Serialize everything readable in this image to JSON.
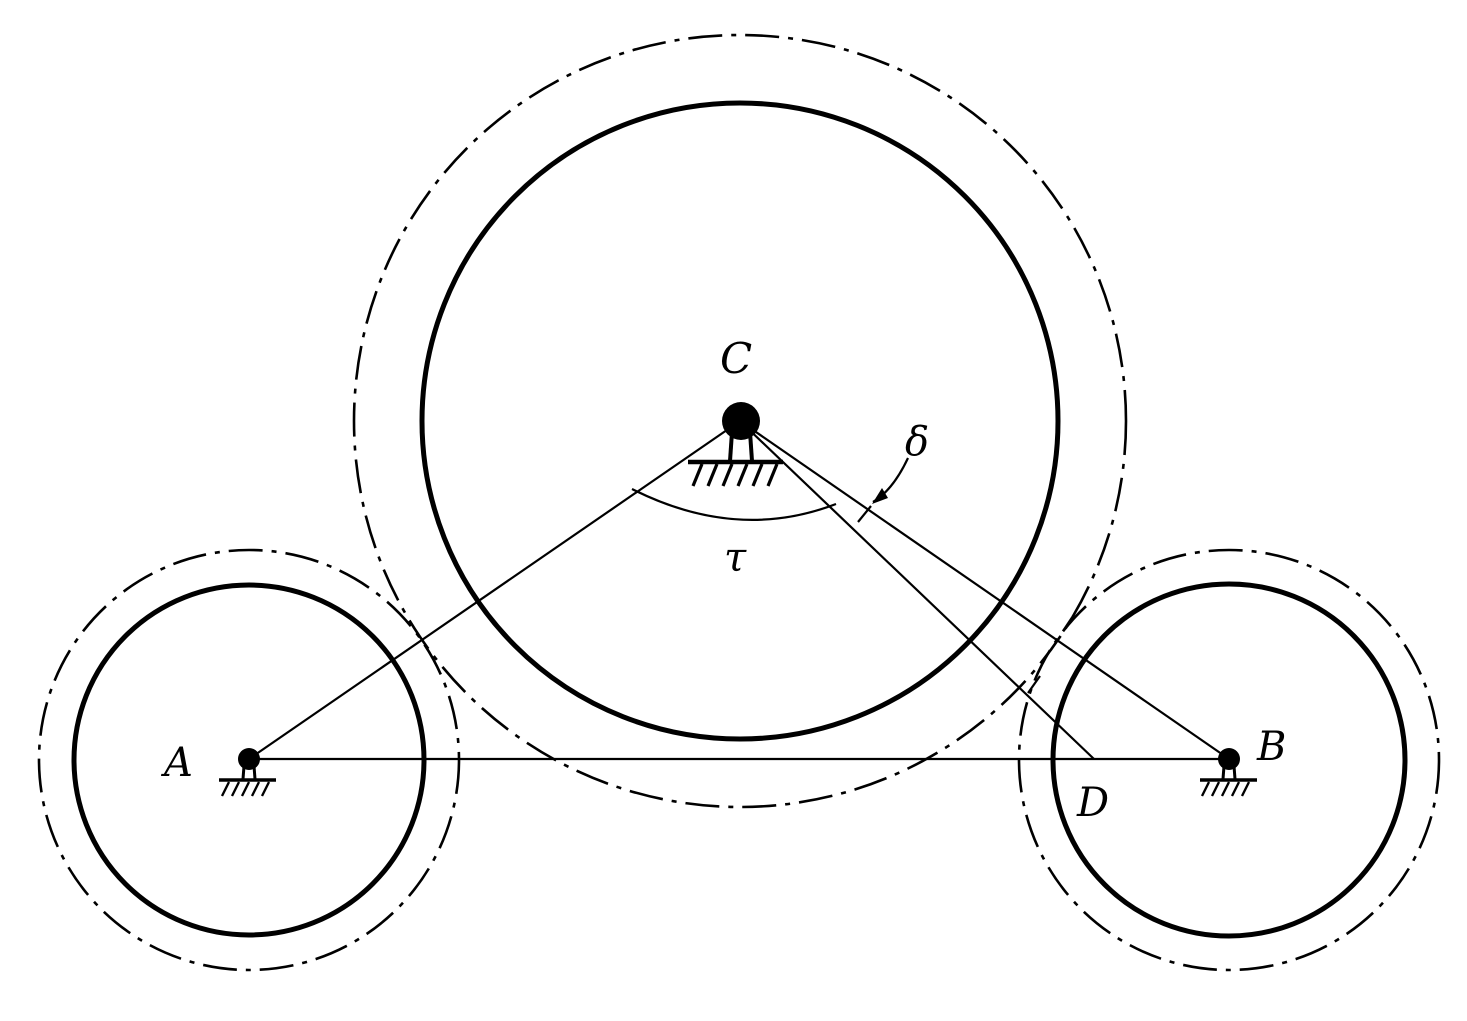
{
  "labels": {
    "A": "A",
    "B": "B",
    "C": "C",
    "D": "D",
    "tau": "τ",
    "delta": "δ"
  },
  "colors": {
    "line": "#000000",
    "background": "#ffffff"
  }
}
